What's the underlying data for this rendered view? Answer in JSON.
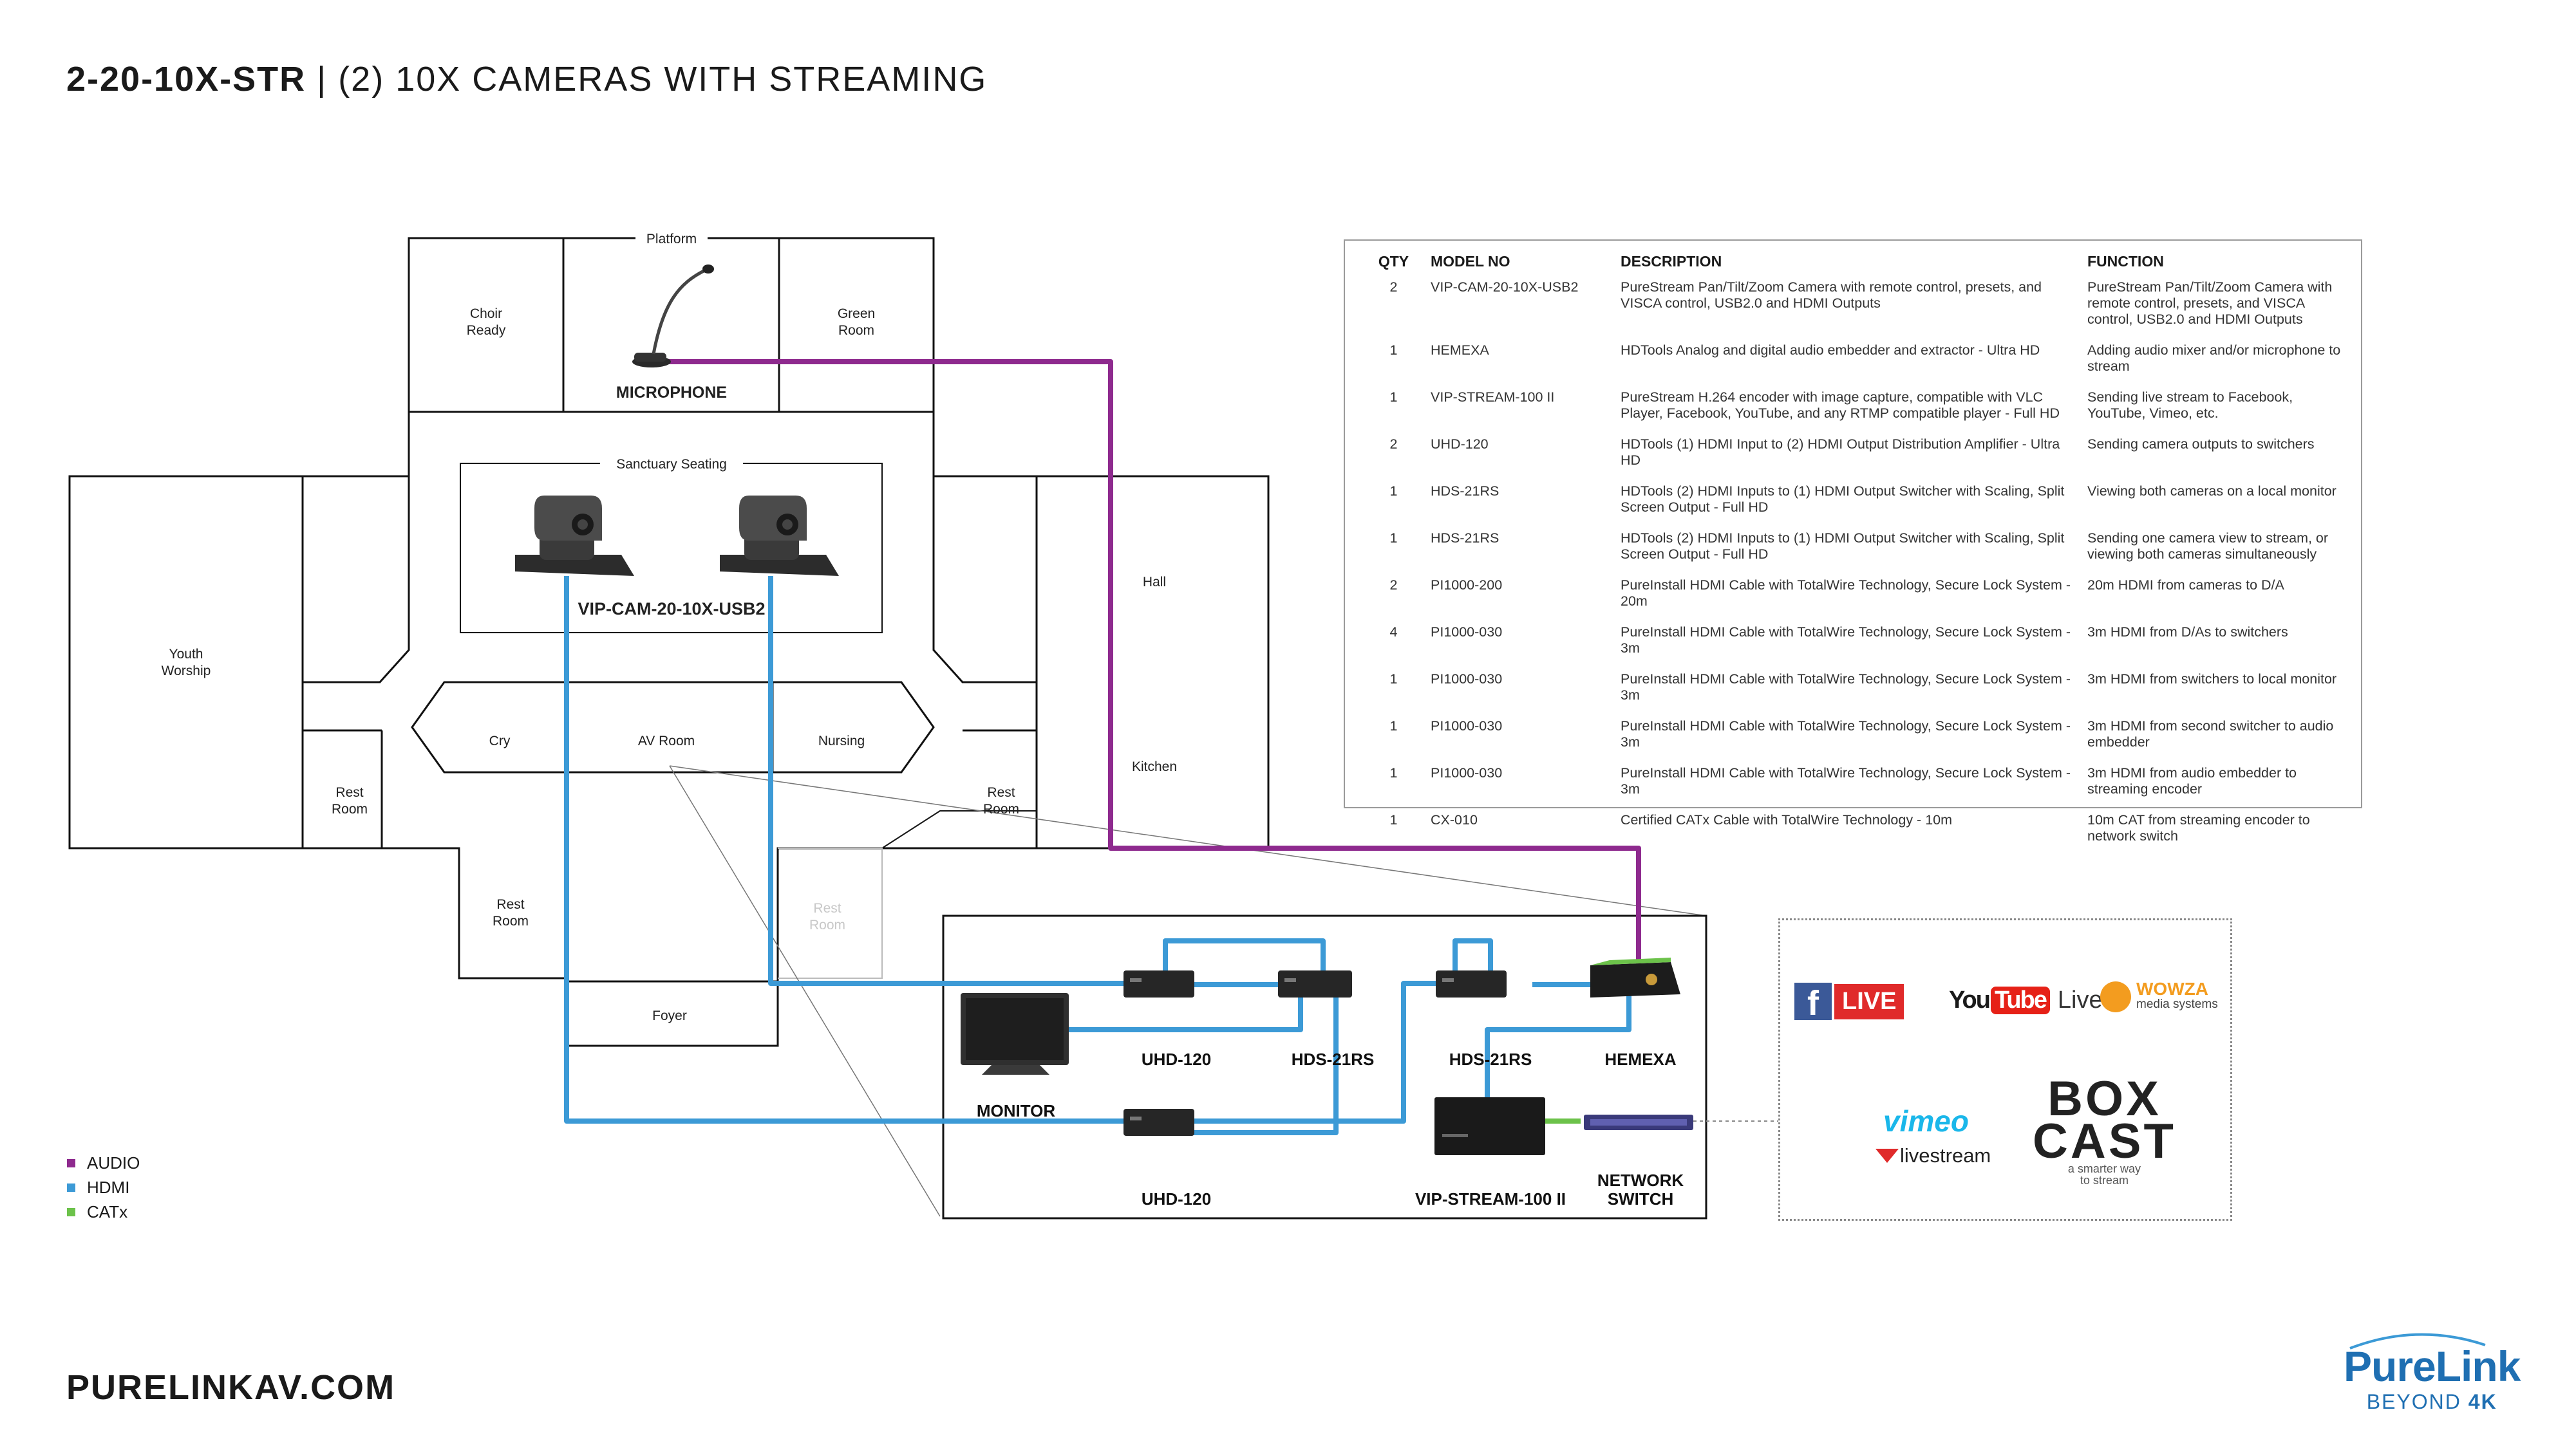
{
  "title": {
    "code": "2-20-10X-STR",
    "separator": "|",
    "text": "(2) 10X CAMERAS WITH STREAMING"
  },
  "footer": {
    "url": "PURELINKAV.COM"
  },
  "brand": {
    "name_a": "Pure",
    "name_b": "Link",
    "tagline_a": "BEYOND ",
    "tagline_b": "4K"
  },
  "colors": {
    "audio": "#8e2a8e",
    "hdmi": "#3c9ad6",
    "catx": "#6cc24a"
  },
  "legend": [
    {
      "label": "AUDIO",
      "color": "#8e2a8e"
    },
    {
      "label": "HDMI",
      "color": "#3c9ad6"
    },
    {
      "label": "CATx",
      "color": "#6cc24a"
    }
  ],
  "floorplan": {
    "platform": "Platform",
    "choir_ready": [
      "Choir",
      "Ready"
    ],
    "green_room": [
      "Green",
      "Room"
    ],
    "microphone": "MICROPHONE",
    "sanctuary_seating": "Sanctuary Seating",
    "camera_label": "VIP-CAM-20-10X-USB2",
    "hall": "Hall",
    "youth_worship": [
      "Youth",
      "Worship"
    ],
    "cry": "Cry",
    "av_room": "AV Room",
    "nursing": "Nursing",
    "kitchen": "Kitchen",
    "rest_room_left": [
      "Rest",
      "Room"
    ],
    "rest_room_right": [
      "Rest",
      "Room"
    ],
    "rest_room_bottom_left": [
      "Rest",
      "Room"
    ],
    "rest_room_bottom_right": [
      "Rest",
      "Room"
    ],
    "foyer": "Foyer"
  },
  "equipment": {
    "uhd120_top": "UHD-120",
    "hds21rs_a": "HDS-21RS",
    "hds21rs_b": "HDS-21RS",
    "hemexa": "HEMEXA",
    "monitor": "MONITOR",
    "uhd120_bottom": "UHD-120",
    "vip_stream": "VIP-STREAM-100 II",
    "network_switch": [
      "NETWORK",
      "SWITCH"
    ]
  },
  "bom": {
    "headers": [
      "QTY",
      "MODEL NO",
      "DESCRIPTION",
      "FUNCTION"
    ],
    "rows": [
      [
        "2",
        "VIP-CAM-20-10X-USB2",
        "PureStream Pan/Tilt/Zoom Camera with remote control, presets, and VISCA control, USB2.0 and HDMI Outputs",
        "PureStream Pan/Tilt/Zoom Camera with remote control, presets, and VISCA control, USB2.0 and HDMI Outputs"
      ],
      [
        "1",
        "HEMEXA",
        "HDTools Analog and digital audio embedder and extractor - Ultra HD",
        "Adding audio mixer and/or microphone to stream"
      ],
      [
        "1",
        "VIP-STREAM-100 II",
        "PureStream H.264 encoder with image capture, compatible with VLC Player, Facebook, YouTube, and any RTMP compatible player - Full HD",
        "Sending live stream to Facebook, YouTube, Vimeo, etc."
      ],
      [
        "2",
        "UHD-120",
        "HDTools (1) HDMI Input to (2) HDMI Output Distribution Amplifier - Ultra HD",
        "Sending camera outputs to switchers"
      ],
      [
        "1",
        "HDS-21RS",
        "HDTools (2) HDMI Inputs to (1) HDMI Output Switcher with Scaling, Split Screen Output - Full HD",
        "Viewing both cameras on a local monitor"
      ],
      [
        "1",
        "HDS-21RS",
        "HDTools (2) HDMI Inputs to (1) HDMI Output Switcher with Scaling, Split Screen Output - Full HD",
        "Sending one camera view to stream, or viewing both cameras simultaneously"
      ],
      [
        "2",
        "PI1000-200",
        "PureInstall HDMI Cable with TotalWire Technology, Secure Lock System - 20m",
        "20m HDMI from cameras to D/A"
      ],
      [
        "4",
        "PI1000-030",
        "PureInstall HDMI Cable with TotalWire Technology, Secure Lock System - 3m",
        "3m HDMI from D/As to switchers"
      ],
      [
        "1",
        "PI1000-030",
        "PureInstall HDMI Cable with TotalWire Technology, Secure Lock System - 3m",
        "3m HDMI from switchers to local monitor"
      ],
      [
        "1",
        "PI1000-030",
        "PureInstall HDMI Cable with TotalWire Technology, Secure Lock System - 3m",
        "3m HDMI from second switcher to audio embedder"
      ],
      [
        "1",
        "PI1000-030",
        "PureInstall HDMI Cable with TotalWire Technology, Secure Lock System - 3m",
        "3m HDMI from audio embedder to streaming encoder"
      ],
      [
        "1",
        "CX-010",
        "Certified CATx Cable with TotalWire Technology - 10m",
        "10m CAT from streaming encoder to network switch"
      ]
    ]
  },
  "streaming": {
    "facebook_live": "LIVE",
    "youtube_a": "You",
    "youtube_b": "Tube",
    "youtube_live": "Live",
    "wowza_a": "WOWZA",
    "wowza_b": "media systems",
    "vimeo": "vimeo",
    "livestream": "livestream",
    "boxcast_a": "BOX",
    "boxcast_b": "CAST",
    "boxcast_tag_a": "a smarter way",
    "boxcast_tag_b": "to stream"
  }
}
